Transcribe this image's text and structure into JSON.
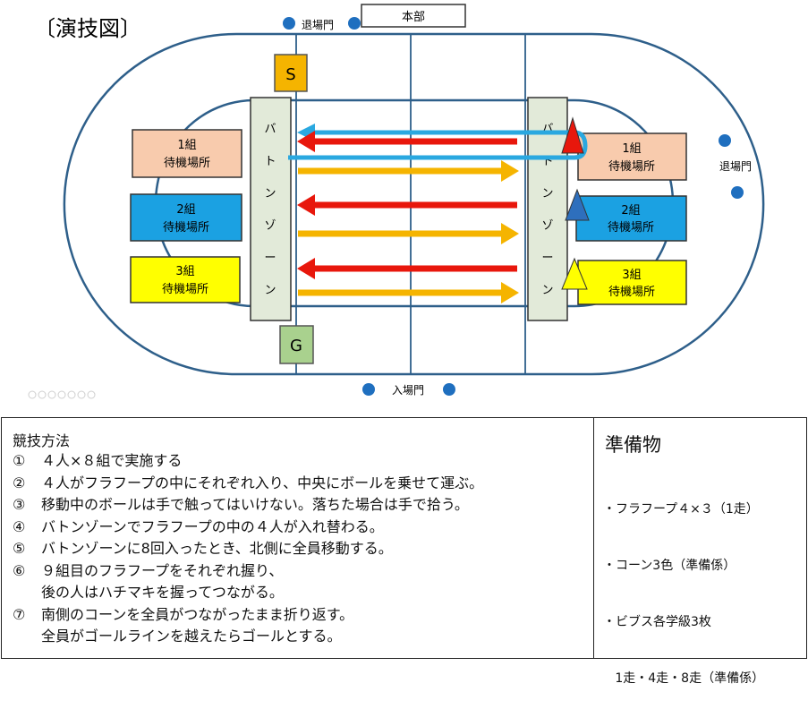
{
  "title": "〔演技図〕",
  "honbu": "本部",
  "exit_gate": "退場門",
  "entry_gate": "入場門",
  "start_label": "S",
  "goal_label": "G",
  "baton_zone": [
    "バ",
    "ト",
    "ン",
    "ゾ",
    "ー",
    "ン"
  ],
  "waiting_areas": [
    {
      "group": "1組",
      "label": "待機場所",
      "color": "#f8cbad"
    },
    {
      "group": "2組",
      "label": "待機場所",
      "color": "#1ba1e2"
    },
    {
      "group": "3組",
      "label": "待機場所",
      "color": "#ffff00"
    }
  ],
  "colors": {
    "track_line": "#2e5f8a",
    "arrow_red": "#e8170c",
    "arrow_orange": "#f5b400",
    "arrow_blue": "#2aa8e0",
    "start_box": "#f5b400",
    "goal_box": "#a9d18e",
    "baton_zone_fill": "#e2ead9",
    "gate_dot": "#1f6fbf",
    "cone_red": "#e8170c",
    "cone_blue": "#2e6fbd",
    "cone_yellow": "#ffff00"
  },
  "method": {
    "title": "競技方法",
    "items": [
      {
        "num": "①",
        "text": "４人×８組で実施する"
      },
      {
        "num": "②",
        "text": "４人がフラフープの中にそれぞれ入り、中央にボールを乗せて運ぶ。"
      },
      {
        "num": "③",
        "text": "移動中のボールは手で触ってはいけない。落ちた場合は手で拾う。"
      },
      {
        "num": "④",
        "text": "バトンゾーンでフラフープの中の４人が入れ替わる。"
      },
      {
        "num": "⑤",
        "text": "バトンゾーンに8回入ったとき、北側に全員移動する。"
      },
      {
        "num": "⑥",
        "text": "９組目のフラフープをそれぞれ握り、"
      },
      {
        "num": "",
        "text": "後の人はハチマキを握ってつながる。"
      },
      {
        "num": "⑦",
        "text": "南側のコーンを全員がつながったまま折り返す。"
      },
      {
        "num": "",
        "text": "全員がゴールラインを越えたらゴールとする。"
      }
    ]
  },
  "prep": {
    "title": "準備物",
    "items": [
      "・フラフープ４×３（1走）",
      "・コーン3色（準備係）",
      "・ビブス各学級3枚",
      "   1走・4走・8走（準備係）"
    ]
  }
}
